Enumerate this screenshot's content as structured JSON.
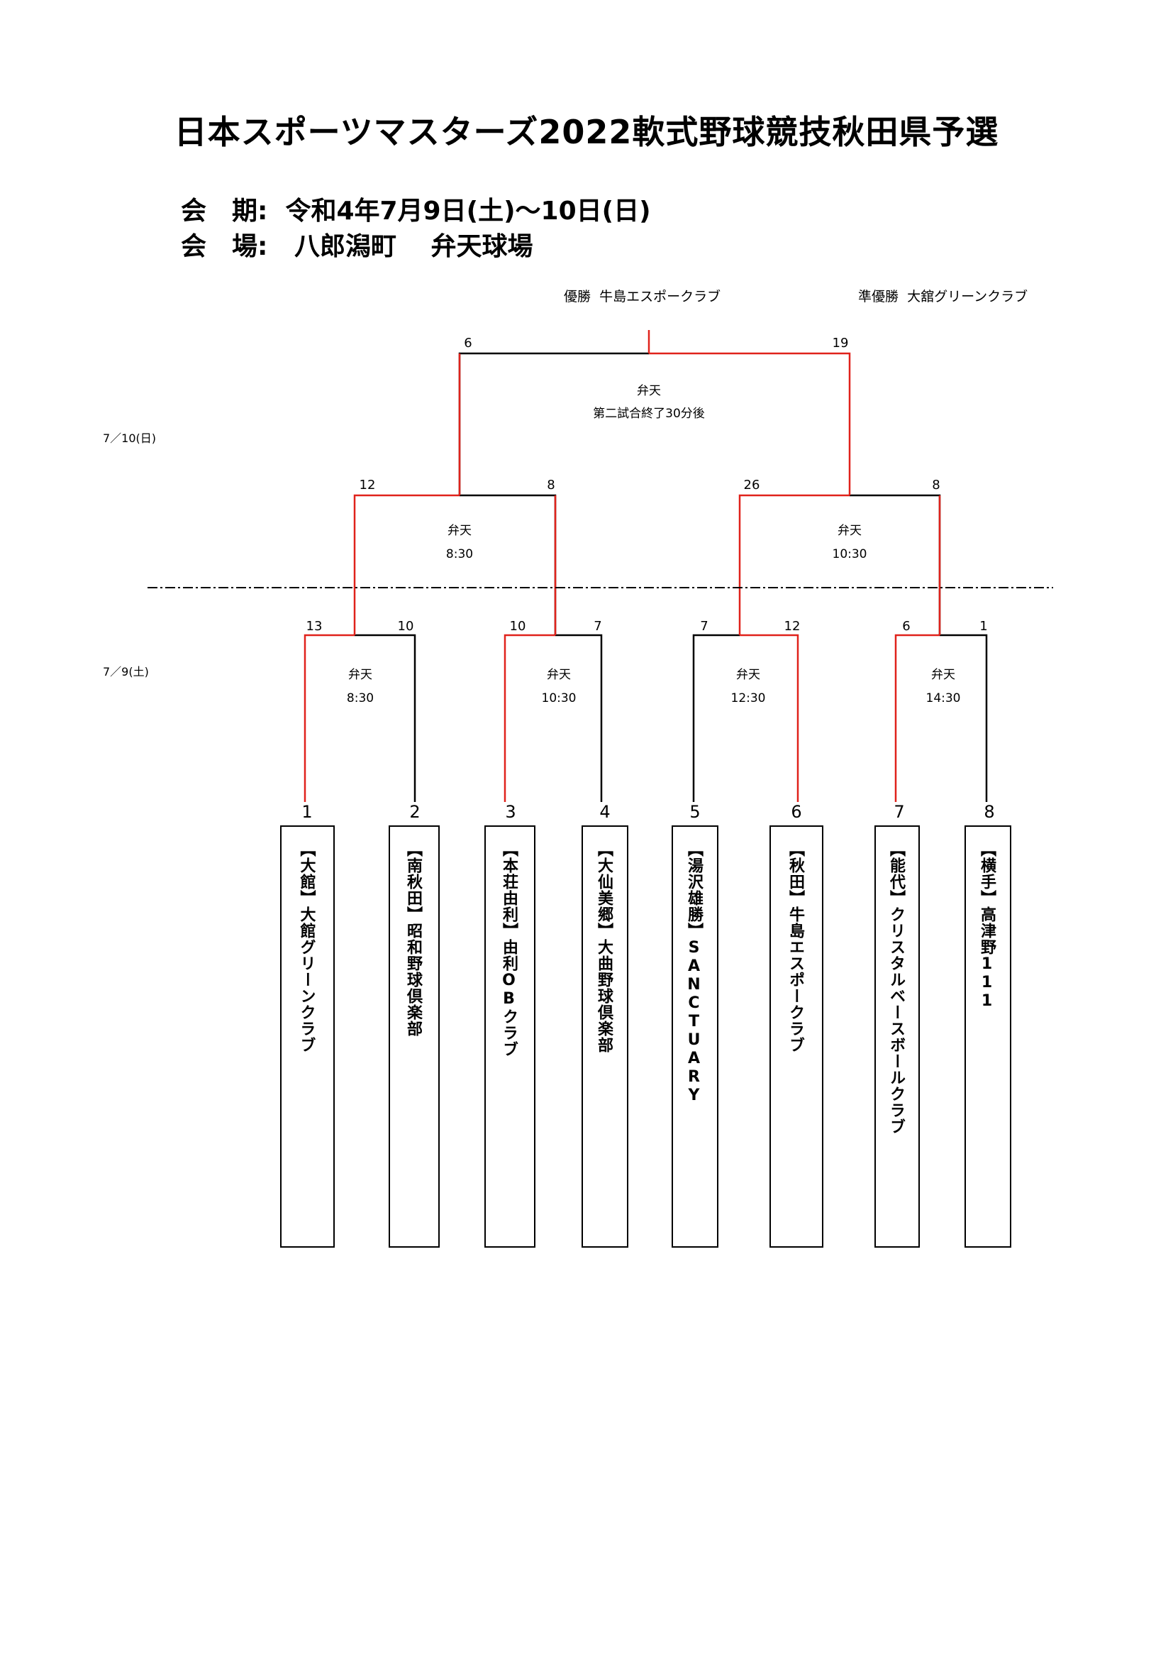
{
  "title": "日本スポーツマスターズ2022軟式野球競技秋田県予選",
  "period": "会　期:  令和4年7月9日(土)～10日(日)",
  "venue": "会　場:   八郎潟町　 弁天球場",
  "winner": "優勝  牛島エスポークラブ",
  "runner_up": "準優勝  大舘グリーンクラブ",
  "days": {
    "day2": "7／10(日)",
    "day1": "7／9(土)"
  },
  "teams": [
    {
      "seed": "1",
      "name": "【大館】大館グリーンクラブ"
    },
    {
      "seed": "2",
      "name": "【南秋田】昭和野球倶楽部"
    },
    {
      "seed": "3",
      "name": "【本荘由利】由利OBクラブ"
    },
    {
      "seed": "4",
      "name": "【大仙美郷】大曲野球倶楽部"
    },
    {
      "seed": "5",
      "name": "【湯沢雄勝】SANCTUARY"
    },
    {
      "seed": "6",
      "name": "【秋田】牛島エスポークラブ"
    },
    {
      "seed": "7",
      "name": "【能代】クリスタルベースボールクラブ"
    },
    {
      "seed": "8",
      "name": "【横手】高津野111"
    }
  ],
  "round1": [
    {
      "venue": "弁天",
      "time": "8:30",
      "score_left": "13",
      "score_right": "10"
    },
    {
      "venue": "弁天",
      "time": "10:30",
      "score_left": "10",
      "score_right": "7"
    },
    {
      "venue": "弁天",
      "time": "12:30",
      "score_left": "7",
      "score_right": "12"
    },
    {
      "venue": "弁天",
      "time": "14:30",
      "score_left": "6",
      "score_right": "1"
    }
  ],
  "semis": [
    {
      "venue": "弁天",
      "time": "8:30",
      "score_left": "12",
      "score_right": "8"
    },
    {
      "venue": "弁天",
      "time": "10:30",
      "score_left": "26",
      "score_right": "8"
    }
  ],
  "final": {
    "venue": "弁天",
    "time": "第二試合終了30分後",
    "score_left": "6",
    "score_right": "19"
  },
  "colors": {
    "winner_line": "#e0221b",
    "line": "#000000"
  }
}
